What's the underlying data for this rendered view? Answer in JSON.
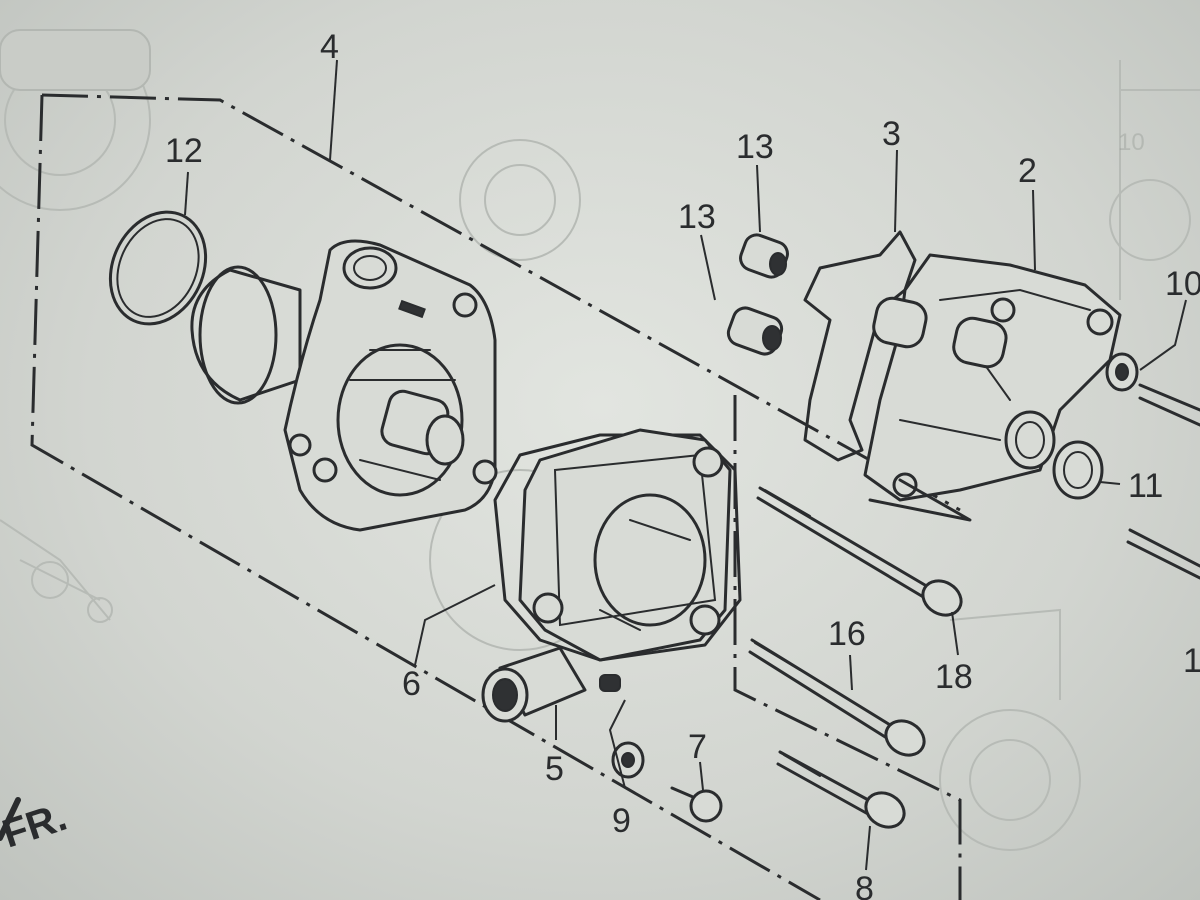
{
  "diagram": {
    "front_marker": "FR.",
    "callouts": {
      "p2": "2",
      "p3": "3",
      "p4": "4",
      "p5": "5",
      "p6": "6",
      "p7": "7",
      "p8": "8",
      "p9": "9",
      "p10": "10",
      "p11": "11",
      "p12": "12",
      "p13a": "13",
      "p13b": "13",
      "p16": "16",
      "p18": "18",
      "bg_10": "10",
      "right_edge": "1"
    }
  },
  "colors": {
    "paper": "#d3d6d1",
    "ink": "#2a2c2e",
    "faded_print": "#b7bbb6"
  }
}
